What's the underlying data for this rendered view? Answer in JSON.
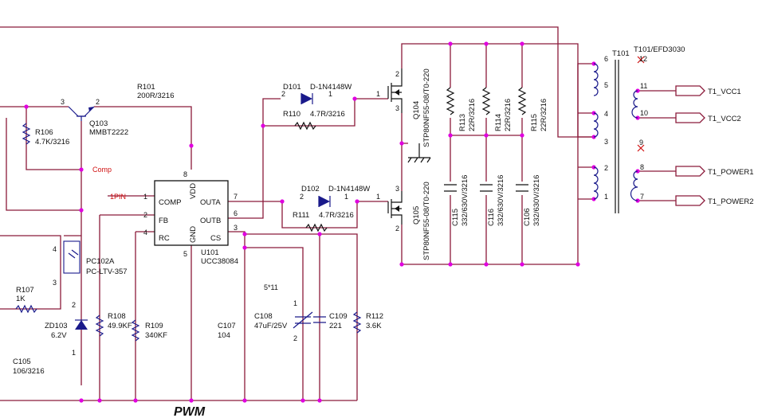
{
  "schematic": {
    "title": "PWM",
    "colors": {
      "wire": "#8b1a3a",
      "component": "#1a1a8b",
      "junction": "#e000e0",
      "net_label": "#d01010"
    },
    "ic": {
      "ref": "U101",
      "value": "UCC38084",
      "pins": {
        "comp": "COMP",
        "fb": "FB",
        "rc": "RC",
        "vdd": "VDD",
        "gnd": "GND",
        "outa": "OUTA",
        "outb": "OUTB",
        "cs": "CS"
      },
      "pin_numbers": {
        "p1": "1",
        "p2": "2",
        "p4": "4",
        "p8": "8",
        "p5": "5",
        "p7": "7",
        "p6": "6",
        "p3": "3"
      }
    },
    "net_labels": {
      "pin1": "1PIN",
      "comp": "Comp",
      "t1_vcc1": "T1_VCC1",
      "t1_vcc2": "T1_VCC2",
      "t1_power1": "T1_POWER1",
      "t1_power2": "T1_POWER2"
    },
    "q103": {
      "ref": "Q103",
      "value": "MMBT2222",
      "pin2": "2",
      "pin3": "3"
    },
    "r101": {
      "ref": "R101",
      "value": "200R/3216"
    },
    "r106": {
      "ref": "R106",
      "value": "4.7K/3216"
    },
    "pc102": {
      "ref": "PC102A",
      "value": "PC-LTV-357",
      "pin4": "4",
      "pin3": "3"
    },
    "r107": {
      "ref": "R107",
      "value": "1K"
    },
    "zd103": {
      "ref": "ZD103",
      "value": "6.2V",
      "pin2": "2",
      "pin1": "1"
    },
    "c105": {
      "ref": "C105",
      "value": "106/3216"
    },
    "r108": {
      "ref": "R108",
      "value": "49.9KF"
    },
    "r109": {
      "ref": "R109",
      "value": "340KF"
    },
    "c107": {
      "ref": "C107",
      "value": "104"
    },
    "c108": {
      "ref": "C108",
      "value": "47uF/25V",
      "pin1": "1",
      "pin2": "2"
    },
    "c109": {
      "ref": "C109",
      "value": "221"
    },
    "r112": {
      "ref": "R112",
      "value": "3.6K"
    },
    "note": "5*11",
    "d101": {
      "ref": "D101",
      "value": "D-1N4148W",
      "pin2": "2",
      "pin1": "1"
    },
    "r110": {
      "ref": "R110",
      "value": "4.7R/3216"
    },
    "d102": {
      "ref": "D102",
      "value": "D-1N4148W",
      "pin2": "2",
      "pin1": "1"
    },
    "r111": {
      "ref": "R111",
      "value": "4.7R/3216"
    },
    "q104": {
      "ref": "Q104",
      "value": "STP80NF55-08/T0-220",
      "pin1": "1",
      "pin2": "2",
      "pin3": "3"
    },
    "q105": {
      "ref": "Q105",
      "value": "STP80NF55-08/T0-220",
      "pin1": "1",
      "pin2": "2",
      "pin3": "3"
    },
    "r113": {
      "ref": "R113",
      "value": "22R/3216"
    },
    "r114": {
      "ref": "R114",
      "value": "22R/3216"
    },
    "r115": {
      "ref": "R115",
      "value": "22R/3216"
    },
    "c115": {
      "ref": "C115",
      "value": "332/630V/3216"
    },
    "c116": {
      "ref": "C116",
      "value": "332/630V/3216"
    },
    "c106": {
      "ref": "C106",
      "value": "332/630V/3216"
    },
    "t101": {
      "ref": "T101",
      "value": "T101/EFD3030",
      "pins": {
        "p6": "6",
        "p5": "5",
        "p4": "4",
        "p3": "3",
        "p2": "2",
        "p1": "1",
        "p12": "12",
        "p11": "11",
        "p10": "10",
        "p9": "9",
        "p8": "8",
        "p7": "7"
      }
    }
  }
}
